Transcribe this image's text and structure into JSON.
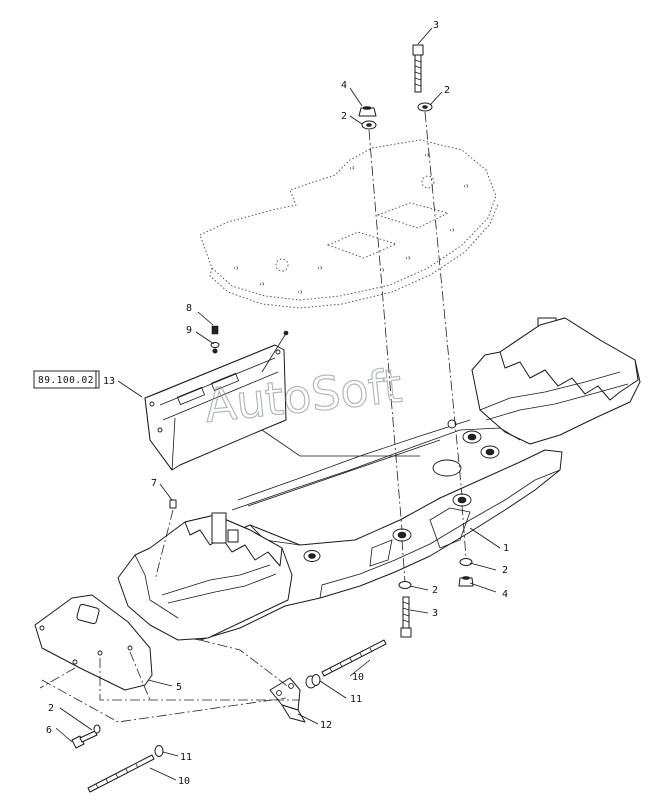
{
  "watermark": "AutoSoft",
  "reference_box": "89.100.02",
  "callouts": [
    {
      "id": "c3-top",
      "label": "3"
    },
    {
      "id": "c4-top",
      "label": "4"
    },
    {
      "id": "c2-top-right",
      "label": "2"
    },
    {
      "id": "c2-top-left",
      "label": "2"
    },
    {
      "id": "c8",
      "label": "8"
    },
    {
      "id": "c9",
      "label": "9"
    },
    {
      "id": "c13",
      "label": "13"
    },
    {
      "id": "c7",
      "label": "7"
    },
    {
      "id": "c1",
      "label": "1"
    },
    {
      "id": "c2-right",
      "label": "2"
    },
    {
      "id": "c4-right",
      "label": "4"
    },
    {
      "id": "c2-bottom",
      "label": "2"
    },
    {
      "id": "c3-bottom",
      "label": "3"
    },
    {
      "id": "c5",
      "label": "5"
    },
    {
      "id": "c10-right",
      "label": "10"
    },
    {
      "id": "c11-right",
      "label": "11"
    },
    {
      "id": "c12",
      "label": "12"
    },
    {
      "id": "c2-left",
      "label": "2"
    },
    {
      "id": "c6",
      "label": "6"
    },
    {
      "id": "c11-bottom",
      "label": "11"
    },
    {
      "id": "c10-bottom",
      "label": "10"
    }
  ]
}
